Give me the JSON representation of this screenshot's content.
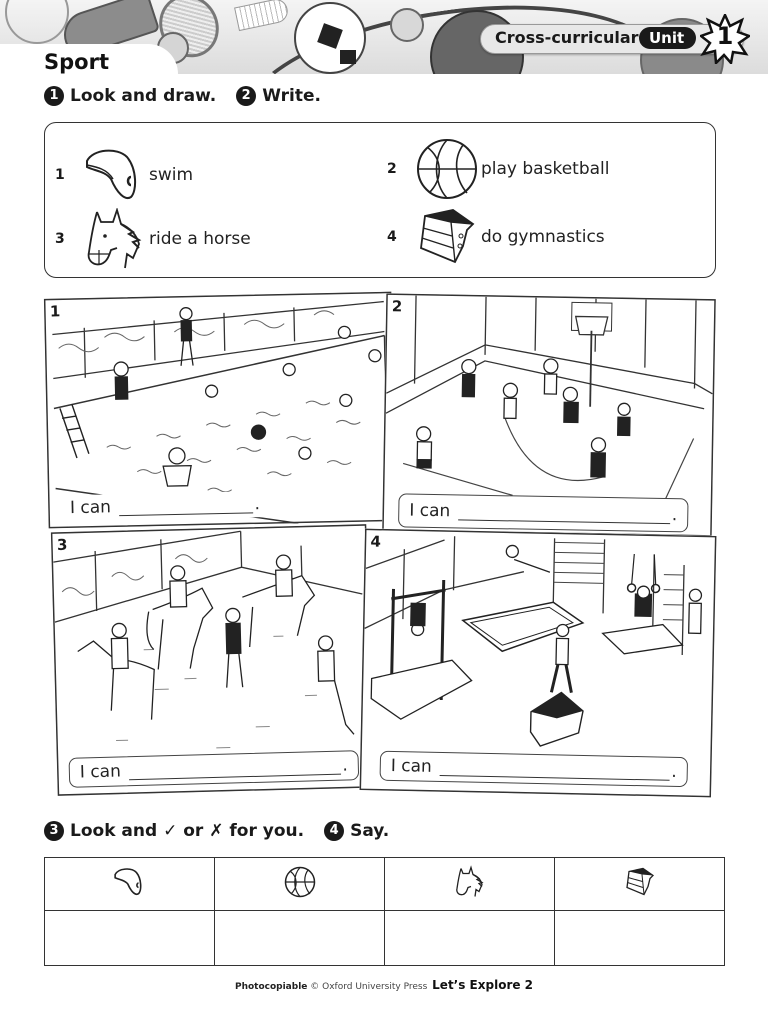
{
  "header": {
    "title": "Sport",
    "cross_curricular": "Cross-curricular",
    "unit_label": "Unit",
    "unit_number": "1"
  },
  "instructions": {
    "first": [
      {
        "step": "1",
        "text": "Look and draw."
      },
      {
        "step": "2",
        "text": "Write."
      }
    ],
    "second": [
      {
        "step": "3",
        "text": "Look and ✓ or ✗ for you."
      },
      {
        "step": "4",
        "text": "Say."
      }
    ]
  },
  "vocabulary": [
    {
      "number": "1",
      "icon": "swim-cap-icon",
      "label": "swim"
    },
    {
      "number": "2",
      "icon": "basketball-icon",
      "label": "play basketball"
    },
    {
      "number": "3",
      "icon": "horse-head-icon",
      "label": "ride a horse"
    },
    {
      "number": "4",
      "icon": "vaulting-box-icon",
      "label": "do gymnastics"
    }
  ],
  "panels": [
    {
      "number": "1",
      "scene": "swimming pool",
      "prompt": "I can",
      "end": "."
    },
    {
      "number": "2",
      "scene": "basketball court",
      "prompt": "I can",
      "end": "."
    },
    {
      "number": "3",
      "scene": "riding arena",
      "prompt": "I can",
      "end": "."
    },
    {
      "number": "4",
      "scene": "gymnasium",
      "prompt": "I can",
      "end": "."
    }
  ],
  "table": {
    "columns": [
      "swim-cap-icon",
      "basketball-icon",
      "horse-head-icon",
      "vaulting-box-icon"
    ],
    "answers": [
      "",
      "",
      "",
      ""
    ]
  },
  "footer": {
    "photocopiable": "Photocopiable",
    "copyright": "© Oxford University Press",
    "book": "Let’s Explore 2"
  }
}
